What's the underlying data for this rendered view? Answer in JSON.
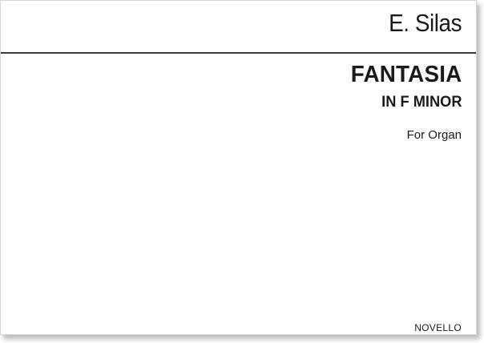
{
  "cover": {
    "composer": "E. Silas",
    "title": "FANTASIA",
    "subtitle": "IN F MINOR",
    "instrument": "For Organ",
    "publisher": "NOVELLO"
  }
}
